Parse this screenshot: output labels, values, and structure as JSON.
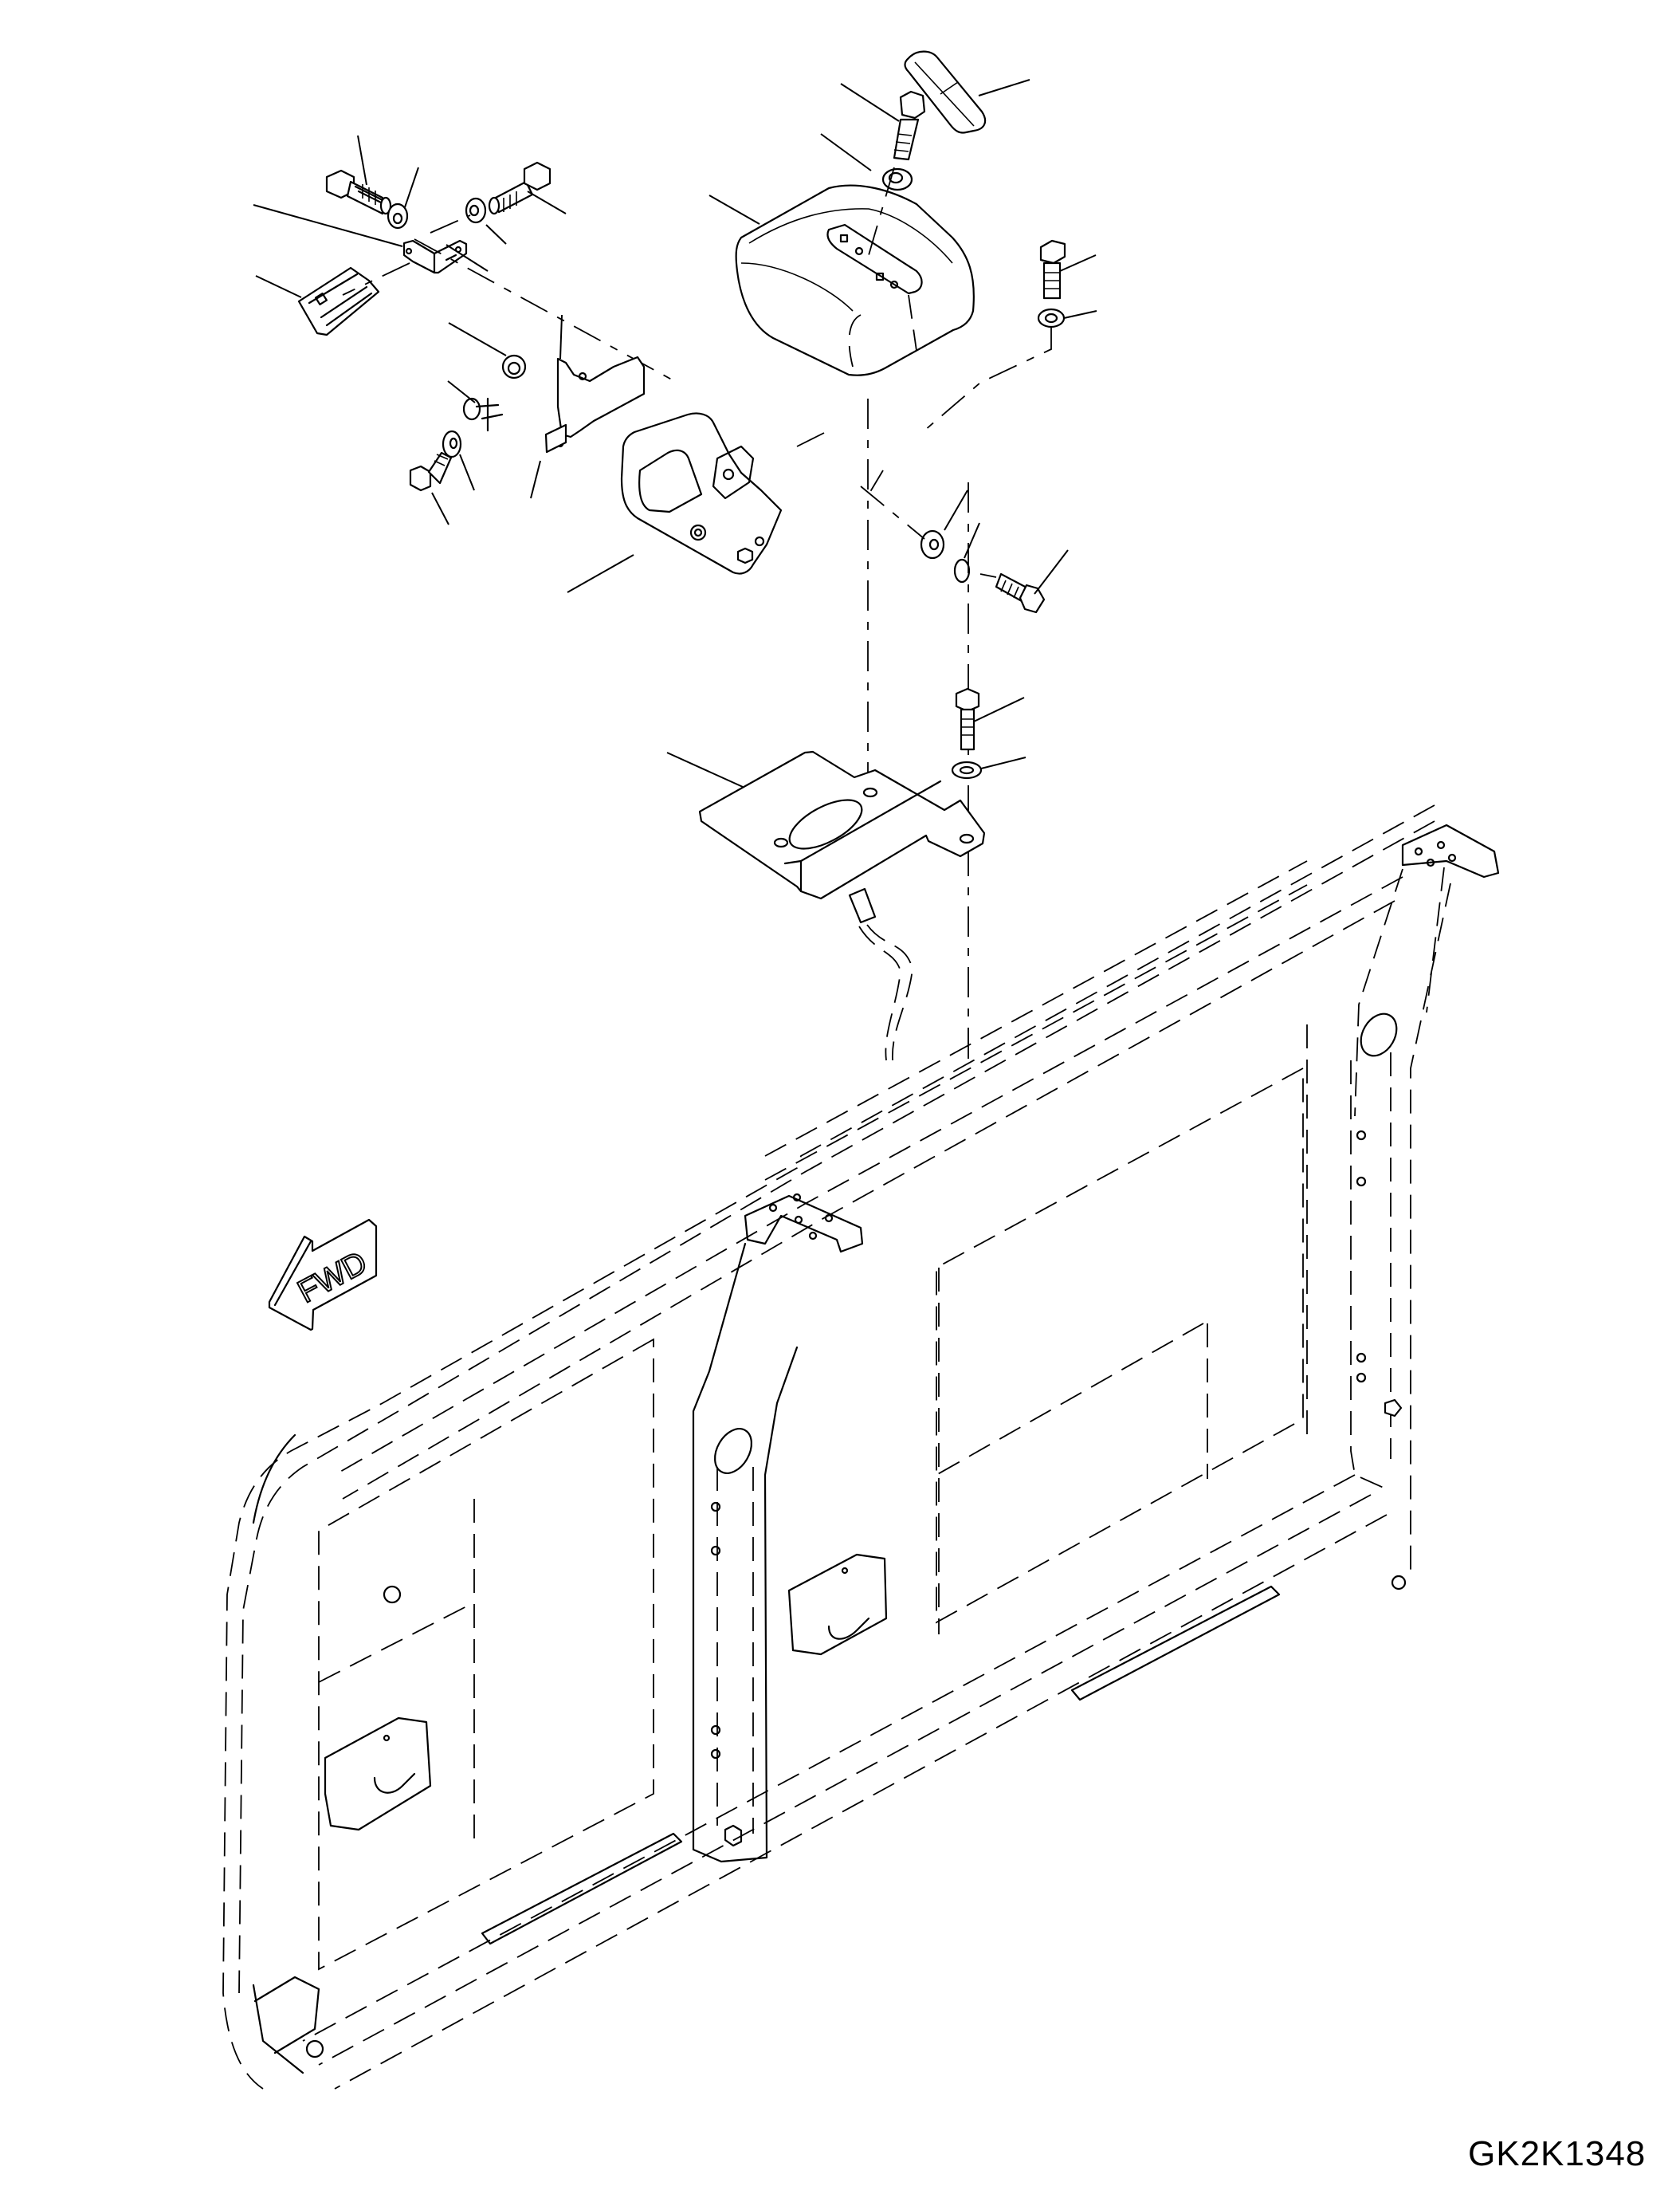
{
  "diagram": {
    "type": "exploded parts view",
    "drawing_number": "GK2K1348",
    "direction_indicator": "FWD",
    "colors": {
      "line": "#000000",
      "background": "#ffffff"
    },
    "components": [
      {
        "name": "lamp cover",
        "location": "top center"
      },
      {
        "name": "lamp lens",
        "location": "top right"
      },
      {
        "name": "bolt",
        "location": "above lamp cover"
      },
      {
        "name": "washer",
        "location": "above lamp cover"
      },
      {
        "name": "switch",
        "location": "upper left"
      },
      {
        "name": "switch bracket",
        "location": "upper left"
      },
      {
        "name": "bolts and washers",
        "location": "upper left"
      },
      {
        "name": "grommet",
        "location": "left of lamp bracket"
      },
      {
        "name": "plate",
        "location": "left of lamp bracket"
      },
      {
        "name": "clip",
        "location": "left of lamp bracket"
      },
      {
        "name": "pad",
        "location": "left of lamp bracket"
      },
      {
        "name": "lamp bracket",
        "location": "center"
      },
      {
        "name": "rubber mount",
        "location": "right of lamp bracket"
      },
      {
        "name": "mount bracket",
        "location": "middle"
      },
      {
        "name": "wiring harness connector",
        "location": "middle"
      },
      {
        "name": "cab frame",
        "location": "bottom"
      }
    ]
  }
}
